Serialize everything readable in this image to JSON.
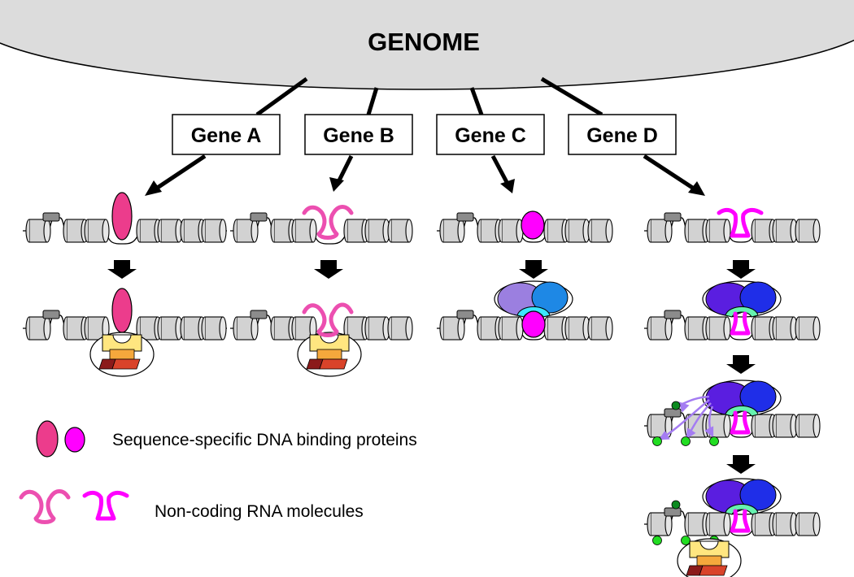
{
  "genome": {
    "label": "GENOME"
  },
  "genes": [
    {
      "label": "Gene A"
    },
    {
      "label": "Gene B"
    },
    {
      "label": "Gene C"
    },
    {
      "label": "Gene D"
    }
  ],
  "legend": {
    "dna_binding_proteins": "Sequence-specific DNA binding proteins",
    "noncoding_rna": "Non-coding RNA molecules"
  },
  "colors": {
    "genome_fill": "#dcdcdc",
    "protein_pink": "#ec3c8c",
    "protein_magenta": "#ff00ff",
    "rna_pink": "#ec4fb0",
    "rna_magenta": "#ff00ff",
    "complex_yellow": "#ffe680",
    "complex_orange": "#f5a83c",
    "complex_red": "#d9432a",
    "complex_darkred": "#8b1a1a",
    "remodeler_lavender": "#9b7fe0",
    "remodeler_blue": "#1e88e5",
    "remodeler_violet": "#5a1ee0",
    "remodeler_navy": "#1f2ee8",
    "cofactor_cyan": "#3ce6ff",
    "cofactor_green": "#66f2b0",
    "modification_green": "#22dd22",
    "modification_darkgreen": "#0c8a20",
    "arrow_lavender": "#a47cf2"
  }
}
